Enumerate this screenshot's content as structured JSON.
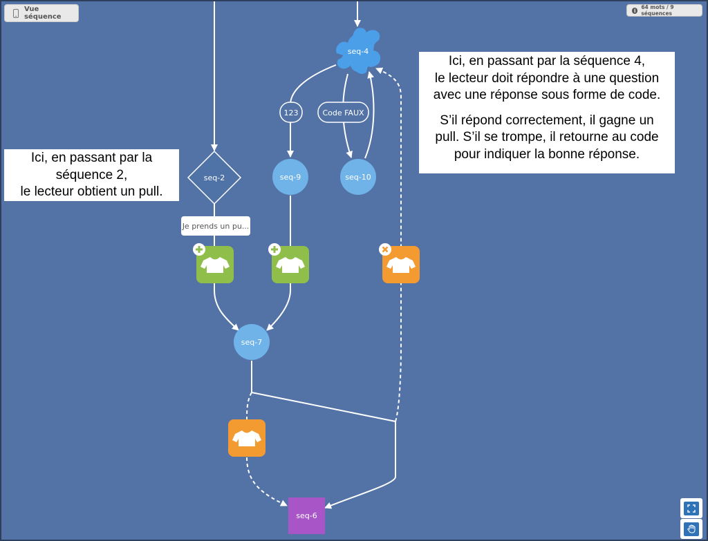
{
  "toolbar": {
    "view_label": "Vue séquence",
    "stats": "64 mots / 9 séquences"
  },
  "nodes": {
    "seq_4": "seq-4",
    "seq_2": "seq-2",
    "seq_9": "seq-9",
    "seq_10": "seq-10",
    "seq_7": "seq-7",
    "seq_6": "seq-6"
  },
  "edge_labels": {
    "answer_123": "123",
    "code_faux": "Code FAUX"
  },
  "tooltip": "Je prends un pu...",
  "annotations": {
    "left": [
      "Ici, en passant par la",
      "séquence 2,",
      "le lecteur obtient un pull."
    ],
    "right": [
      "Ici, en passant par la séquence 4,",
      "le lecteur doit répondre à une question",
      "avec une réponse sous forme de code.",
      "",
      "S’il répond correctement, il gagne un",
      "pull. S’il se trompe, il retourne au code",
      "pour indiquer la bonne réponse."
    ]
  },
  "colors": {
    "background": "#5373a6",
    "circle_node": "#6fb3e8",
    "puzzle_node": "#4a9fe8",
    "diamond_node": "#4f73a6",
    "end_node": "#a855c8",
    "item_gain": "#8fbe4a",
    "item_loss": "#f39a30",
    "edge": "#ffffff"
  },
  "icons": [
    "phone-icon",
    "info-icon",
    "puzzle-icon",
    "sweater-icon",
    "plus-badge-icon",
    "cross-badge-icon",
    "fullscreen-icon",
    "hand-icon"
  ]
}
